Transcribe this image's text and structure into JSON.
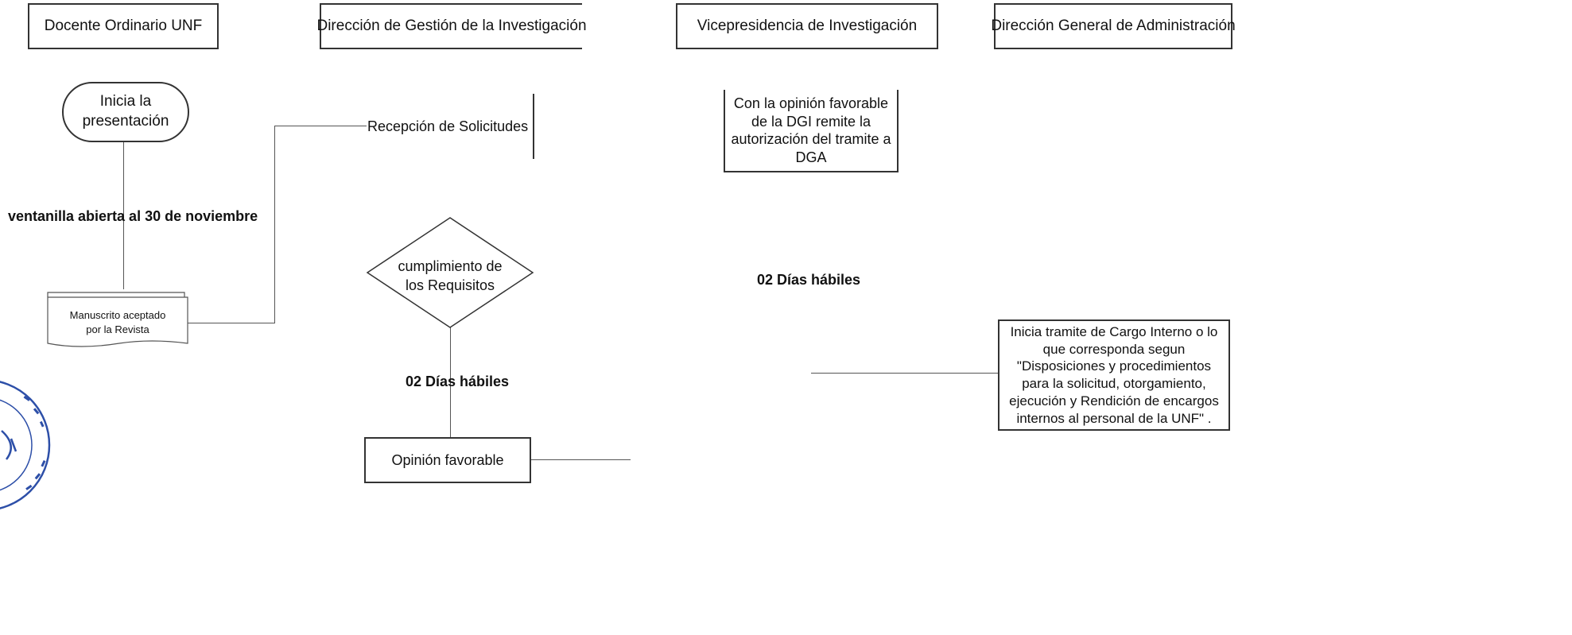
{
  "lanes": [
    {
      "title": "Docente Ordinario UNF"
    },
    {
      "title": "Dirección de Gestión de la Investigación"
    },
    {
      "title": "Vicepresidencia de Investigación"
    },
    {
      "title": "Dirección  General de Administración"
    }
  ],
  "nodes": {
    "inicia": {
      "line1": "Inicia la",
      "line2": "presentación"
    },
    "ventanilla": "ventanilla abierta al 30 de noviembre",
    "manuscrito": {
      "line1": "Manuscrito aceptado",
      "line2": "por la  Revista"
    },
    "recepcion": "Recepción de Solicitudes",
    "cumplimiento": {
      "line1": "cumplimiento de",
      "line2": "los Requisitos"
    },
    "dias_dgi": "02 Días hábiles",
    "opinion": "Opinión favorable",
    "vicepresidencia_box": {
      "line1": "Con la opinión favorable",
      "line2": "de la DGI remite la",
      "line3": "autorización del tramite a",
      "line4": "DGA"
    },
    "dias_vi": "02 Días hábiles",
    "dga_box": {
      "line1": "Inicia tramite de Cargo Interno o lo",
      "line2": "que corresponda segun",
      "line3": "\"Disposiciones y procedimientos",
      "line4": "para la solicitud, otorgamiento,",
      "line5": "ejecución y Rendición de encargos",
      "line6": "internos al personal de la UNF\" ."
    }
  },
  "colors": {
    "line": "#555555",
    "border": "#333333",
    "seal": "#2d4fa8"
  }
}
